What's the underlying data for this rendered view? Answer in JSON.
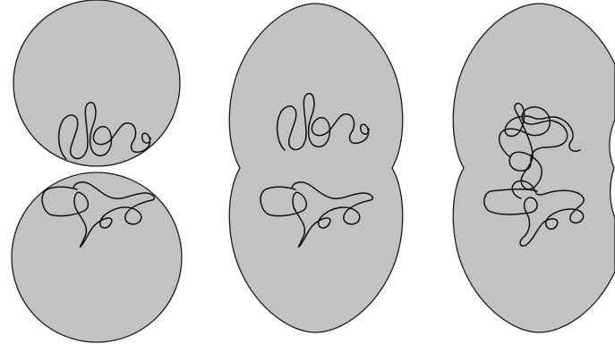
{
  "colors": {
    "fill": "#c2c2c2",
    "outline": "#1a1a1a",
    "chain": "#111111",
    "background": "#ffffff"
  },
  "panels": [
    {
      "stage": "separate",
      "bodies": 2,
      "chains": 2
    },
    {
      "stage": "merged",
      "bodies": 1,
      "chains": 2
    },
    {
      "stage": "mixed",
      "bodies": 1,
      "chains": 2
    }
  ]
}
